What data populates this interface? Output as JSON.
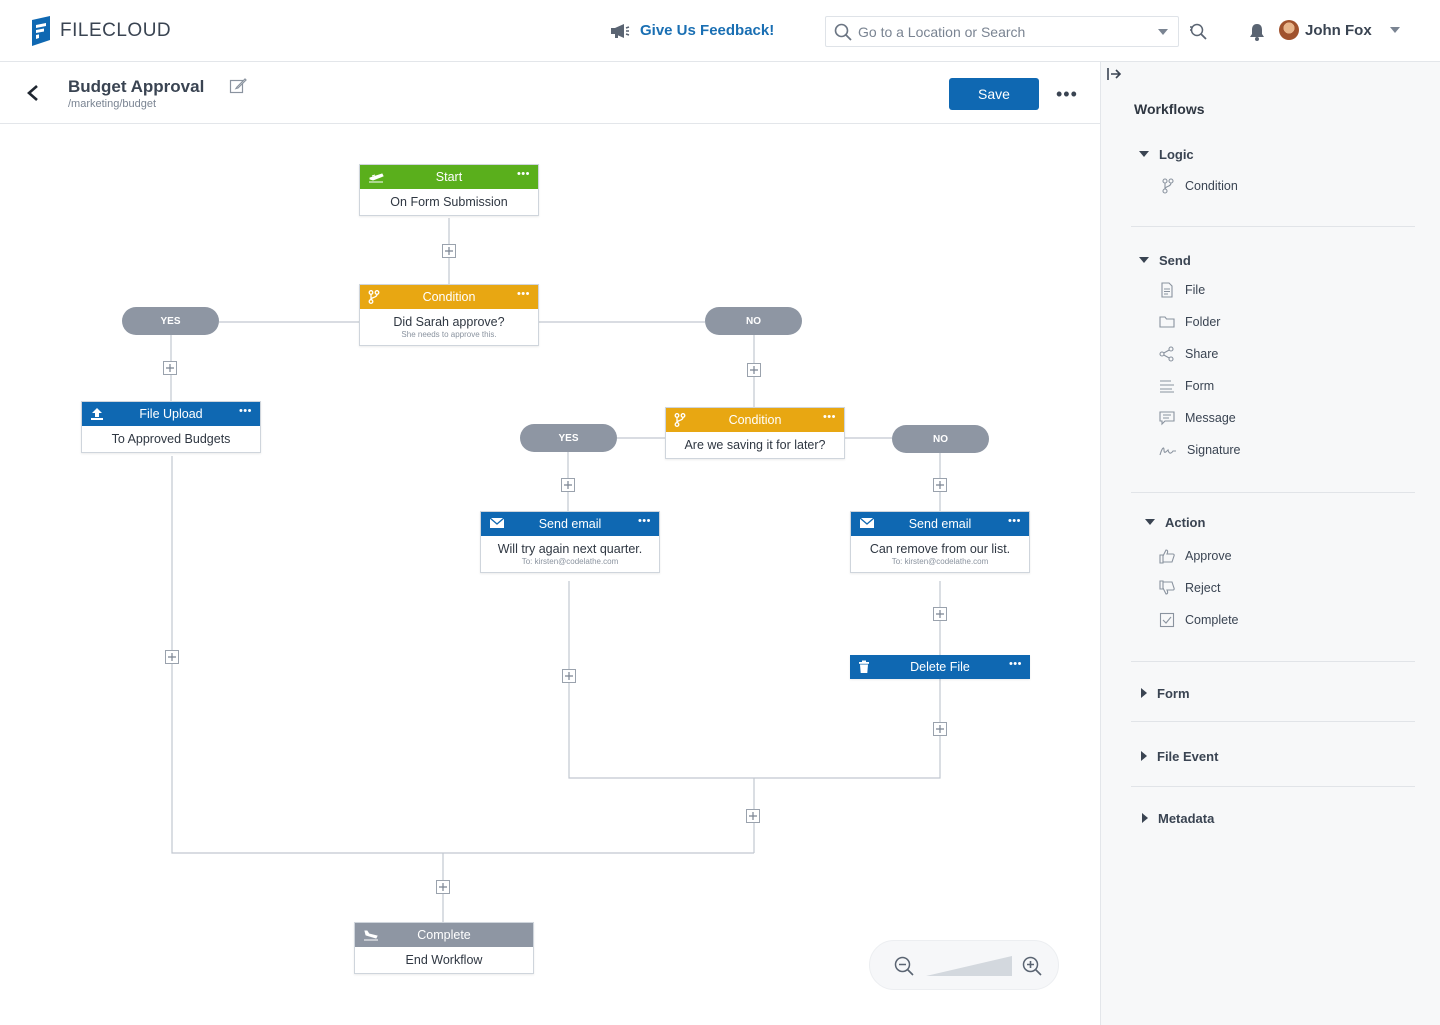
{
  "app": {
    "logo_text": "FILECLOUD"
  },
  "topbar": {
    "feedback_label": "Give Us Feedback!",
    "search_placeholder": "Go to a Location or Search",
    "user_name": "John Fox"
  },
  "header": {
    "title": "Budget Approval",
    "path": "/marketing/budget",
    "save_label": "Save",
    "more_label": "•••"
  },
  "colors": {
    "start": "#5aaf1c",
    "condition": "#e8a712",
    "action": "#0f68b2",
    "complete": "#8e96a3",
    "branch": "#8e96a3"
  },
  "workflow": {
    "start": {
      "header": "Start",
      "body": "On Form Submission"
    },
    "condition1": {
      "header": "Condition",
      "body": "Did Sarah approve?",
      "sub": "She needs to approve this."
    },
    "yes1": "YES",
    "no1": "NO",
    "file_upload": {
      "header": "File Upload",
      "body": "To Approved Budgets"
    },
    "condition2": {
      "header": "Condition",
      "body": "Are we saving it for later?"
    },
    "yes2": "YES",
    "no2": "NO",
    "email1": {
      "header": "Send email",
      "body": "Will try again next quarter.",
      "sub": "To: kirsten@codelathe.com"
    },
    "email2": {
      "header": "Send email",
      "body": "Can remove from our list.",
      "sub": "To: kirsten@codelathe.com"
    },
    "delete_file": {
      "header": "Delete File"
    },
    "complete": {
      "header": "Complete",
      "body": "End Workflow"
    },
    "node_menu": "•••"
  },
  "sidebar": {
    "title": "Workflows",
    "sections": {
      "logic": {
        "label": "Logic",
        "items": [
          "Condition"
        ]
      },
      "send": {
        "label": "Send",
        "items": [
          "File",
          "Folder",
          "Share",
          "Form",
          "Message",
          "Signature"
        ]
      },
      "action": {
        "label": "Action",
        "items": [
          "Approve",
          "Reject",
          "Complete"
        ]
      },
      "form": {
        "label": "Form"
      },
      "file_event": {
        "label": "File Event"
      },
      "metadata": {
        "label": "Metadata"
      }
    }
  }
}
